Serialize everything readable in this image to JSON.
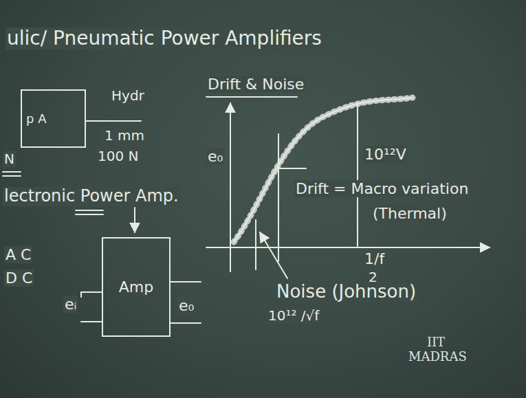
{
  "diagram": {
    "title": "ulic/ Pneumatic Power Amplifiers",
    "nodes": [
      {
        "text": [
          "p A"
        ]
      },
      {
        "text": [
          "Amp"
        ]
      }
    ],
    "labels": [
      "Hydr",
      "1 mm",
      "100 N",
      "N",
      "lectronic Power Amp.",
      "A C",
      "D C",
      "eᵢ",
      "e₀",
      "Drift & Noise",
      "e₀",
      "10¹²V",
      "Drift = Macro variation",
      "(Thermal)",
      "1/f",
      "2",
      "Noise (Johnson)",
      "10¹² /√f",
      "IIT MADRAS"
    ]
  }
}
